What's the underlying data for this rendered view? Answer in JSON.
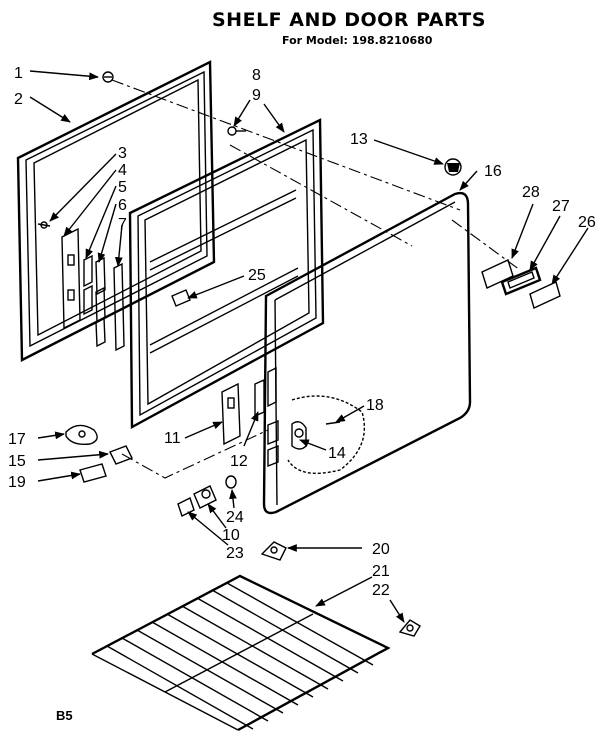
{
  "title": "SHELF AND DOOR PARTS",
  "subtitle": "For Model: 198.8210680",
  "footer_code": "B5",
  "callouts": {
    "c1": "1",
    "c2": "2",
    "c3": "3",
    "c4": "4",
    "c5": "5",
    "c6": "6",
    "c7": "7",
    "c8": "8",
    "c9": "9",
    "c10": "10",
    "c11": "11",
    "c12": "12",
    "c13": "13",
    "c14": "14",
    "c15": "15",
    "c16": "16",
    "c17": "17",
    "c18": "18",
    "c19": "19",
    "c20": "20",
    "c21": "21",
    "c22": "22",
    "c23": "23",
    "c24": "24",
    "c25": "25",
    "c26": "26",
    "c27": "27",
    "c28": "28"
  }
}
